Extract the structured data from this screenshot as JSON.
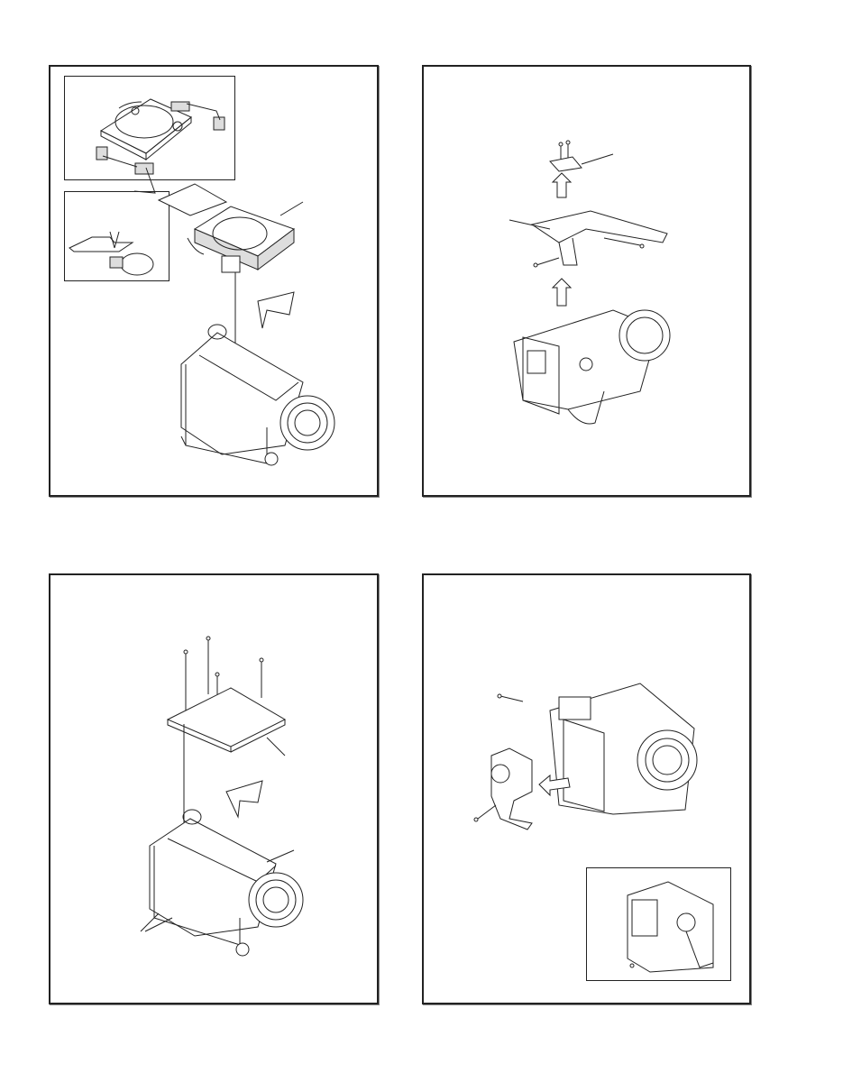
{
  "colors": {
    "frame": "#222222",
    "background": "#ffffff"
  },
  "panels": [
    {
      "id": "panel-1",
      "icons": [
        "hard-disk-drive",
        "rubber-mount",
        "flex-cable",
        "unfold-arrow",
        "camera-body"
      ]
    },
    {
      "id": "panel-2",
      "icons": [
        "screw",
        "bracket",
        "top-frame",
        "up-arrow",
        "camera-body"
      ]
    },
    {
      "id": "panel-3",
      "icons": [
        "screw",
        "shield-plate",
        "unfold-arrow",
        "camera-body"
      ]
    },
    {
      "id": "panel-4",
      "icons": [
        "screw",
        "side-unit",
        "left-arrow",
        "camera-body"
      ]
    }
  ]
}
